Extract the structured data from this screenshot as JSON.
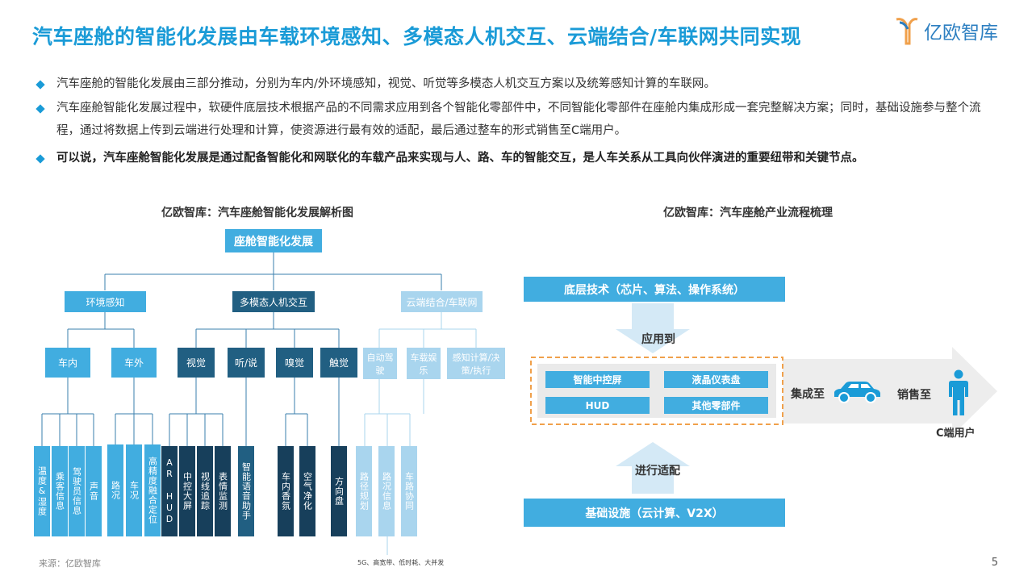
{
  "title": "汽车座舱的智能化发展由车载环境感知、多模态人机交互、云端结合/车联网共同实现",
  "logo": {
    "text": "亿欧智库",
    "color": "#2d7fc1"
  },
  "bullets": [
    "汽车座舱的智能化发展由三部分推动，分别为车内/外环境感知，视觉、听觉等多模态人机交互方案以及统筹感知计算的车联网。",
    "汽车座舱智能化发展过程中，软硬件底层技术根据产品的不同需求应用到各个智能化零部件中，不同智能化零部件在座舱内集成形成一套完整解决方案；同时，基础设施参与整个流程，通过将数据上传到云端进行处理和计算，使资源进行最有效的适配，最后通过整车的形式销售至C端用户。",
    "可以说，汽车座舱智能化发展是通过配备智能化和网联化的车载产品来实现与人、路、车的智能交互，是人车关系从工具向伙伴演进的重要纽带和关键节点。"
  ],
  "left_diagram": {
    "caption": "亿欧智库：汽车座舱智能化发展解析图",
    "root": "座舱智能化发展",
    "level1": [
      "环境感知",
      "多模态人机交互",
      "云端结合/车联网"
    ],
    "level2": [
      "车内",
      "车外",
      "视觉",
      "听/说",
      "嗅觉",
      "触觉",
      "自动驾驶",
      "车载娱乐",
      "感知计算/决策/执行"
    ],
    "leaves": {
      "in_car": [
        "温度&湿度",
        "乘客信息",
        "驾驶员信息",
        "声音"
      ],
      "out_car": [
        "路况",
        "车况",
        "高精度融合定位"
      ],
      "vision": [
        "AR HUD",
        "中控大屏",
        "视线追踪",
        "表情监测"
      ],
      "hear": [
        "智能语音助手"
      ],
      "smell": [
        "车内香氛",
        "空气净化"
      ],
      "touch": [
        "方向盘"
      ],
      "v2x": [
        "路径规划",
        "路况信息",
        "车路协同"
      ]
    },
    "footnote": "5G、高宽带、低时耗、大并发"
  },
  "right_diagram": {
    "caption": "亿欧智库：汽车座舱产业流程梳理",
    "top": "底层技术（芯片、算法、操作系统）",
    "apply": "应用到",
    "parts": [
      "智能中控屏",
      "液晶仪表盘",
      "HUD",
      "其他零部件"
    ],
    "integrate": "集成至",
    "sell": "销售至",
    "user": "C端用户",
    "adapt": "进行适配",
    "bottom": "基础设施（云计算、V2X）"
  },
  "source": "来源：亿欧智库",
  "page": "5",
  "colors": {
    "accent": "#1a9bd7",
    "light": "#41ade0",
    "mid": "#215f82",
    "dark": "#173f5b",
    "pale": "#a9d5ee",
    "orange": "#f0a04b"
  }
}
